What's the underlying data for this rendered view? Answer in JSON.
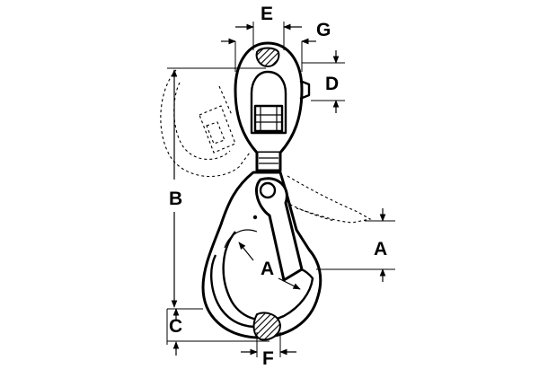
{
  "diagram": {
    "labels": {
      "E": "E",
      "G": "G",
      "D": "D",
      "B": "B",
      "A_right": "A",
      "A_inner": "A",
      "C": "C",
      "F": "F"
    }
  }
}
